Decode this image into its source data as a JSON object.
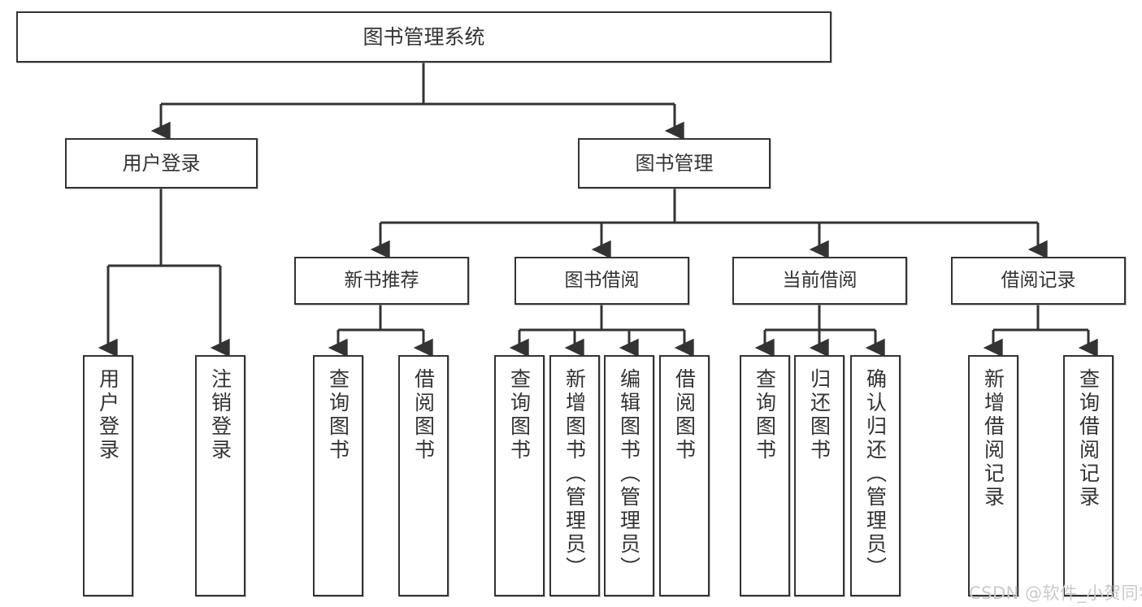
{
  "diagram": {
    "title": "图书管理系统",
    "type": "functional-structure-tree",
    "root": {
      "label": "图书管理系统"
    },
    "level2": [
      {
        "label": "用户登录"
      },
      {
        "label": "图书管理"
      }
    ],
    "level3": [
      {
        "label": "新书推荐"
      },
      {
        "label": "图书借阅"
      },
      {
        "label": "当前借阅"
      },
      {
        "label": "借阅记录"
      }
    ],
    "leaves": {
      "user_login": [
        {
          "label": "用户登录"
        },
        {
          "label": "注销登录"
        }
      ],
      "new_book_recommend": [
        {
          "label": "查询图书"
        },
        {
          "label": "借阅图书"
        }
      ],
      "book_borrow": [
        {
          "label": "查询图书"
        },
        {
          "label": "新增图书（管理员）"
        },
        {
          "label": "编辑图书（管理员）"
        },
        {
          "label": "借阅图书"
        }
      ],
      "current_borrow": [
        {
          "label": "查询图书"
        },
        {
          "label": "归还图书"
        },
        {
          "label": "确认归还（管理员）"
        }
      ],
      "borrow_records": [
        {
          "label": "新增借阅记录"
        },
        {
          "label": "查询借阅记录"
        }
      ]
    }
  },
  "watermark": {
    "text": "CSDN @软件_小贺同学"
  },
  "colors": {
    "border": "#333333",
    "text": "#333333",
    "background": "#ffffff",
    "wire": "#333333",
    "watermark": "#c9c9c9"
  }
}
